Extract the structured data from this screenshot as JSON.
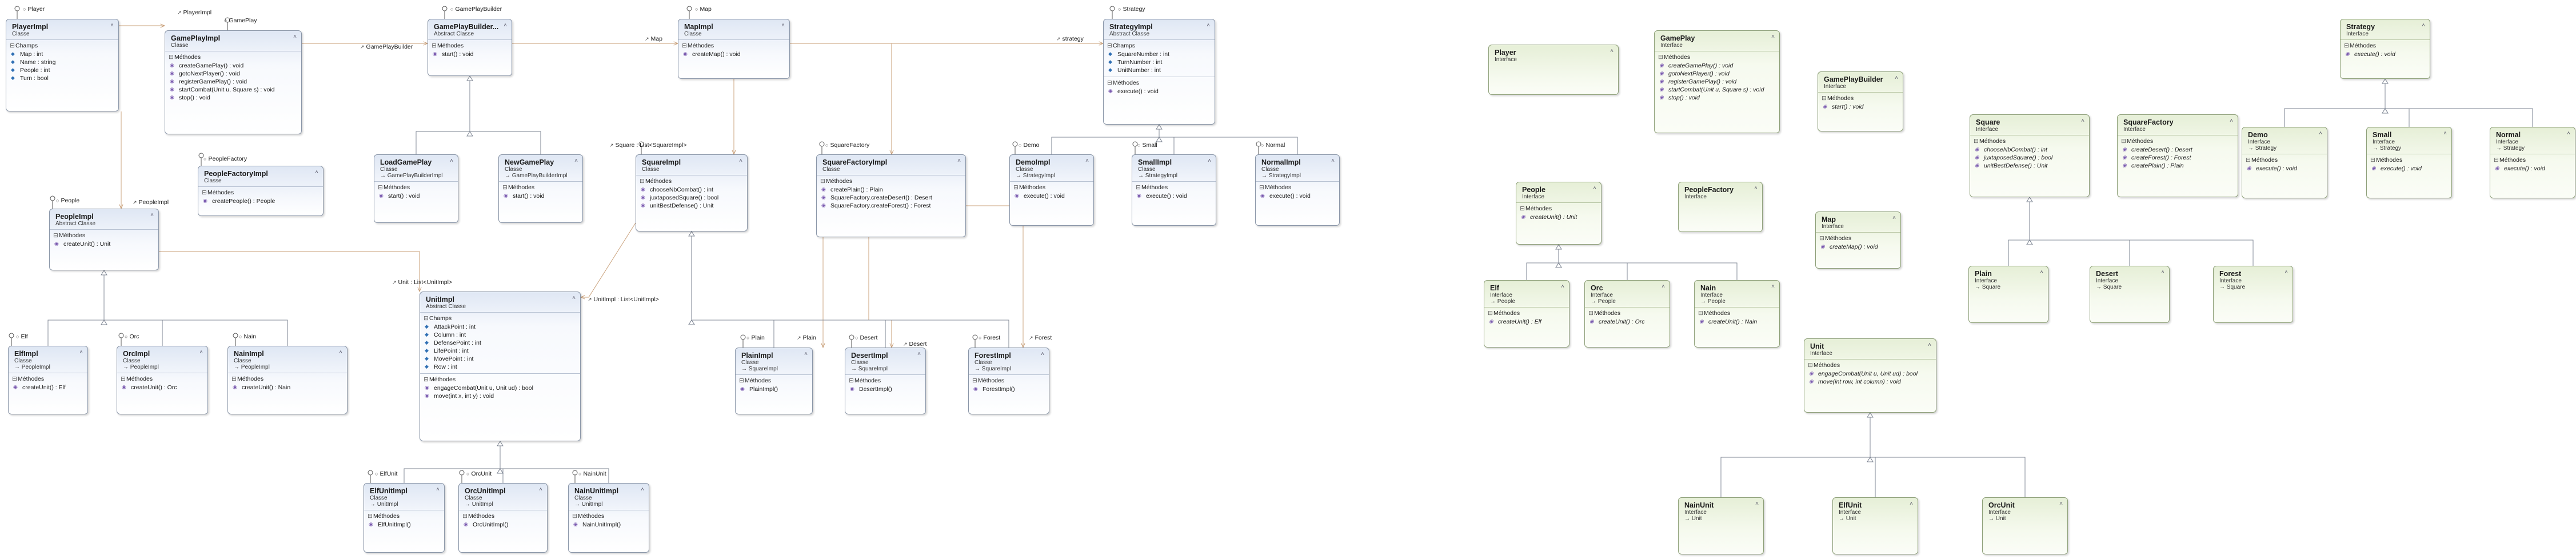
{
  "colors": {
    "class_header": "#dfe7f4",
    "interface_header": "#e6efd7",
    "border": "#8a96a8",
    "assoc_line": "#c9a07a",
    "inherit_line": "#7d8593"
  },
  "icons": {
    "method": "method-icon",
    "field": "field-icon",
    "collapse": "chevron-icon",
    "association": "association-icon"
  },
  "classes": [
    {
      "id": "PlayerImpl",
      "name": "PlayerImpl",
      "kind": "Classe",
      "sections": [
        {
          "title": "Champs",
          "members": [
            {
              "t": "f",
              "text": "Map : int"
            },
            {
              "t": "f",
              "text": "Name : string"
            },
            {
              "t": "f",
              "text": "People : int"
            },
            {
              "t": "f",
              "text": "Turn : bool"
            }
          ]
        }
      ]
    },
    {
      "id": "GamePlayImpl",
      "name": "GamePlayImpl",
      "kind": "Classe",
      "sections": [
        {
          "title": "Méthodes",
          "members": [
            {
              "t": "m",
              "text": "createGamePlay() : void"
            },
            {
              "t": "m",
              "text": "gotoNextPlayer() : void"
            },
            {
              "t": "m",
              "text": "registerGamePlay() : void"
            },
            {
              "t": "m",
              "text": "startCombat(Unit u, Square s) : void"
            },
            {
              "t": "m",
              "text": "stop() : void"
            }
          ]
        }
      ]
    },
    {
      "id": "GamePlayBuilder",
      "name": "GamePlayBuilder...",
      "kind": "Abstract Classe",
      "sections": [
        {
          "title": "Méthodes",
          "members": [
            {
              "t": "m",
              "text": "start() : void"
            }
          ]
        }
      ]
    },
    {
      "id": "MapImpl",
      "name": "MapImpl",
      "kind": "Classe",
      "sections": [
        {
          "title": "Méthodes",
          "members": [
            {
              "t": "m",
              "text": "createMap() : void"
            }
          ]
        }
      ]
    },
    {
      "id": "StrategyImpl",
      "name": "StrategyImpl",
      "kind": "Abstract Classe",
      "sections": [
        {
          "title": "Champs",
          "members": [
            {
              "t": "f",
              "text": "SquareNumber : int"
            },
            {
              "t": "f",
              "text": "TurnNumber : int"
            },
            {
              "t": "f",
              "text": "UnitNumber : int"
            }
          ]
        },
        {
          "title": "Méthodes",
          "members": [
            {
              "t": "m",
              "text": "execute() : void"
            }
          ]
        }
      ]
    },
    {
      "id": "PeopleFactoryImpl",
      "name": "PeopleFactoryImpl",
      "kind": "Classe",
      "sections": [
        {
          "title": "Méthodes",
          "members": [
            {
              "t": "m",
              "text": "createPeople() : People"
            }
          ]
        }
      ]
    },
    {
      "id": "LoadGamePlay",
      "name": "LoadGamePlay",
      "kind": "Classe",
      "base": "GamePlayBuilderImpl",
      "sections": [
        {
          "title": "Méthodes",
          "members": [
            {
              "t": "m",
              "text": "start() : void"
            }
          ]
        }
      ]
    },
    {
      "id": "NewGamePlay",
      "name": "NewGamePlay",
      "kind": "Classe",
      "base": "GamePlayBuilderImpl",
      "sections": [
        {
          "title": "Méthodes",
          "members": [
            {
              "t": "m",
              "text": "start() : void"
            }
          ]
        }
      ]
    },
    {
      "id": "SquareImpl",
      "name": "SquareImpl",
      "kind": "Classe",
      "sections": [
        {
          "title": "Méthodes",
          "members": [
            {
              "t": "m",
              "text": "chooseNbCombat() : int"
            },
            {
              "t": "m",
              "text": "juxtaposedSquare() : bool"
            },
            {
              "t": "m",
              "text": "unitBestDefense() : Unit"
            }
          ]
        }
      ]
    },
    {
      "id": "SquareFactoryImpl",
      "name": "SquareFactoryImpl",
      "kind": "Classe",
      "sections": [
        {
          "title": "Méthodes",
          "members": [
            {
              "t": "m",
              "text": "createPlain() : Plain"
            },
            {
              "t": "m",
              "text": "SquareFactory.createDesert() : Desert"
            },
            {
              "t": "m",
              "text": "SquareFactory.createForest() : Forest"
            }
          ]
        }
      ]
    },
    {
      "id": "DemoImpl",
      "name": "DemoImpl",
      "kind": "Classe",
      "base": "StrategyImpl",
      "sections": [
        {
          "title": "Méthodes",
          "members": [
            {
              "t": "m",
              "text": "execute() : void"
            }
          ]
        }
      ]
    },
    {
      "id": "SmallImpl",
      "name": "SmallImpl",
      "kind": "Classe",
      "base": "StrategyImpl",
      "sections": [
        {
          "title": "Méthodes",
          "members": [
            {
              "t": "m",
              "text": "execute() : void"
            }
          ]
        }
      ]
    },
    {
      "id": "NormalImpl",
      "name": "NormalImpl",
      "kind": "Classe",
      "base": "StrategyImpl",
      "sections": [
        {
          "title": "Méthodes",
          "members": [
            {
              "t": "m",
              "text": "execute() : void"
            }
          ]
        }
      ]
    },
    {
      "id": "PeopleImpl",
      "name": "PeopleImpl",
      "kind": "Abstract Classe",
      "sections": [
        {
          "title": "Méthodes",
          "members": [
            {
              "t": "m",
              "text": "createUnit() : Unit"
            }
          ]
        }
      ]
    },
    {
      "id": "UnitImpl",
      "name": "UnitImpl",
      "kind": "Abstract Classe",
      "sections": [
        {
          "title": "Champs",
          "members": [
            {
              "t": "f",
              "text": "AttackPoint : int"
            },
            {
              "t": "f",
              "text": "Column : int"
            },
            {
              "t": "f",
              "text": "DefensePoint : int"
            },
            {
              "t": "f",
              "text": "LifePoint : int"
            },
            {
              "t": "f",
              "text": "MovePoint : int"
            },
            {
              "t": "f",
              "text": "Row : int"
            }
          ]
        },
        {
          "title": "Méthodes",
          "members": [
            {
              "t": "m",
              "text": "engageCombat(Unit u, Unit ud) : bool"
            },
            {
              "t": "m",
              "text": "move(int x, int y) : void"
            }
          ]
        }
      ]
    },
    {
      "id": "ElfImpl",
      "name": "ElfImpl",
      "kind": "Classe",
      "base": "PeopleImpl",
      "sections": [
        {
          "title": "Méthodes",
          "members": [
            {
              "t": "m",
              "text": "createUnit() : Elf"
            }
          ]
        }
      ]
    },
    {
      "id": "OrcImpl",
      "name": "OrcImpl",
      "kind": "Classe",
      "base": "PeopleImpl",
      "sections": [
        {
          "title": "Méthodes",
          "members": [
            {
              "t": "m",
              "text": "createUnit() : Orc"
            }
          ]
        }
      ]
    },
    {
      "id": "NainImpl",
      "name": "NainImpl",
      "kind": "Classe",
      "base": "PeopleImpl",
      "sections": [
        {
          "title": "Méthodes",
          "members": [
            {
              "t": "m",
              "text": "createUnit() : Nain"
            }
          ]
        }
      ]
    },
    {
      "id": "PlainImpl",
      "name": "PlainImpl",
      "kind": "Classe",
      "base": "SquareImpl",
      "sections": [
        {
          "title": "Méthodes",
          "members": [
            {
              "t": "m",
              "text": "PlainImpl()"
            }
          ]
        }
      ]
    },
    {
      "id": "DesertImpl",
      "name": "DesertImpl",
      "kind": "Classe",
      "base": "SquareImpl",
      "sections": [
        {
          "title": "Méthodes",
          "members": [
            {
              "t": "m",
              "text": "DesertImpl()"
            }
          ]
        }
      ]
    },
    {
      "id": "ForestImpl",
      "name": "ForestImpl",
      "kind": "Classe",
      "base": "SquareImpl",
      "sections": [
        {
          "title": "Méthodes",
          "members": [
            {
              "t": "m",
              "text": "ForestImpl()"
            }
          ]
        }
      ]
    },
    {
      "id": "ElfUnitImpl",
      "name": "ElfUnitImpl",
      "kind": "Classe",
      "base": "UnitImpl",
      "sections": [
        {
          "title": "Méthodes",
          "members": [
            {
              "t": "m",
              "text": "ElfUnitImpl()"
            }
          ]
        }
      ]
    },
    {
      "id": "OrcUnitImpl",
      "name": "OrcUnitImpl",
      "kind": "Classe",
      "base": "UnitImpl",
      "sections": [
        {
          "title": "Méthodes",
          "members": [
            {
              "t": "m",
              "text": "OrcUnitImpl()"
            }
          ]
        }
      ]
    },
    {
      "id": "NainUnitImpl",
      "name": "NainUnitImpl",
      "kind": "Classe",
      "base": "UnitImpl",
      "sections": [
        {
          "title": "Méthodes",
          "members": [
            {
              "t": "m",
              "text": "NainUnitImpl()"
            }
          ]
        }
      ]
    }
  ],
  "interfaces": [
    {
      "id": "IPlayer",
      "name": "Player",
      "kind": "Interface",
      "sections": []
    },
    {
      "id": "IGamePlay",
      "name": "GamePlay",
      "kind": "Interface",
      "sections": [
        {
          "title": "Méthodes",
          "members": [
            {
              "t": "m",
              "text": "createGamePlay() : void"
            },
            {
              "t": "m",
              "text": "gotoNextPlayer() : void"
            },
            {
              "t": "m",
              "text": "registerGamePlay() : void"
            },
            {
              "t": "m",
              "text": "startCombat(Unit u, Square s) : void"
            },
            {
              "t": "m",
              "text": "stop() : void"
            }
          ]
        }
      ]
    },
    {
      "id": "IGamePlayBuilder",
      "name": "GamePlayBuilder",
      "kind": "Interface",
      "sections": [
        {
          "title": "Méthodes",
          "members": [
            {
              "t": "m",
              "text": "start() : void"
            }
          ]
        }
      ]
    },
    {
      "id": "IStrategy",
      "name": "Strategy",
      "kind": "Interface",
      "sections": [
        {
          "title": "Méthodes",
          "members": [
            {
              "t": "m",
              "text": "execute() : void"
            }
          ]
        }
      ]
    },
    {
      "id": "IPeople",
      "name": "People",
      "kind": "Interface",
      "sections": [
        {
          "title": "Méthodes",
          "members": [
            {
              "t": "m",
              "text": "createUnit() : Unit"
            }
          ]
        }
      ]
    },
    {
      "id": "IPeopleFactory",
      "name": "PeopleFactory",
      "kind": "Interface",
      "sections": []
    },
    {
      "id": "ISquare",
      "name": "Square",
      "kind": "Interface",
      "sections": [
        {
          "title": "Méthodes",
          "members": [
            {
              "t": "m",
              "text": "chooseNbCombat() : int"
            },
            {
              "t": "m",
              "text": "juxtaposedSquare() : bool"
            },
            {
              "t": "m",
              "text": "unitBestDefense() : Unit"
            }
          ]
        }
      ]
    },
    {
      "id": "ISquareFactory",
      "name": "SquareFactory",
      "kind": "Interface",
      "sections": [
        {
          "title": "Méthodes",
          "members": [
            {
              "t": "m",
              "text": "createDesert() : Desert"
            },
            {
              "t": "m",
              "text": "createForest() : Forest"
            },
            {
              "t": "m",
              "text": "createPlain() : Plain"
            }
          ]
        }
      ]
    },
    {
      "id": "IDemo",
      "name": "Demo",
      "kind": "Interface",
      "base": "Strategy",
      "sections": [
        {
          "title": "Méthodes",
          "members": [
            {
              "t": "m",
              "text": "execute() : void"
            }
          ]
        }
      ]
    },
    {
      "id": "ISmall",
      "name": "Small",
      "kind": "Interface",
      "base": "Strategy",
      "sections": [
        {
          "title": "Méthodes",
          "members": [
            {
              "t": "m",
              "text": "execute() : void"
            }
          ]
        }
      ]
    },
    {
      "id": "INormal",
      "name": "Normal",
      "kind": "Interface",
      "base": "Strategy",
      "sections": [
        {
          "title": "Méthodes",
          "members": [
            {
              "t": "m",
              "text": "execute() : void"
            }
          ]
        }
      ]
    },
    {
      "id": "IElf",
      "name": "Elf",
      "kind": "Interface",
      "base": "People",
      "sections": [
        {
          "title": "Méthodes",
          "members": [
            {
              "t": "m",
              "text": "createUnit() : Elf"
            }
          ]
        }
      ]
    },
    {
      "id": "IOrc",
      "name": "Orc",
      "kind": "Interface",
      "base": "People",
      "sections": [
        {
          "title": "Méthodes",
          "members": [
            {
              "t": "m",
              "text": "createUnit() : Orc"
            }
          ]
        }
      ]
    },
    {
      "id": "INain",
      "name": "Nain",
      "kind": "Interface",
      "base": "People",
      "sections": [
        {
          "title": "Méthodes",
          "members": [
            {
              "t": "m",
              "text": "createUnit() : Nain"
            }
          ]
        }
      ]
    },
    {
      "id": "IMap",
      "name": "Map",
      "kind": "Interface",
      "sections": [
        {
          "title": "Méthodes",
          "members": [
            {
              "t": "m",
              "text": "createMap() : void"
            }
          ]
        }
      ]
    },
    {
      "id": "IPlain",
      "name": "Plain",
      "kind": "Interface",
      "base": "Square",
      "sections": []
    },
    {
      "id": "IDesert",
      "name": "Desert",
      "kind": "Interface",
      "base": "Square",
      "sections": []
    },
    {
      "id": "IForest",
      "name": "Forest",
      "kind": "Interface",
      "base": "Square",
      "sections": []
    },
    {
      "id": "IUnit",
      "name": "Unit",
      "kind": "Interface",
      "sections": [
        {
          "title": "Méthodes",
          "members": [
            {
              "t": "m",
              "text": "engageCombat(Unit u, Unit ud) : bool"
            },
            {
              "t": "m",
              "text": "move(int row, int column) : void"
            }
          ]
        }
      ]
    },
    {
      "id": "INainUnit",
      "name": "NainUnit",
      "kind": "Interface",
      "base": "Unit",
      "sections": []
    },
    {
      "id": "IElfUnit",
      "name": "ElfUnit",
      "kind": "Interface",
      "base": "Unit",
      "sections": []
    },
    {
      "id": "IOrcUnit",
      "name": "OrcUnit",
      "kind": "Interface",
      "base": "Unit",
      "sections": []
    }
  ],
  "labels": [
    {
      "id": "l-player",
      "text": "Player",
      "icon": "lollipop"
    },
    {
      "id": "l-playerimpl",
      "text": "PlayerImpl",
      "icon": "assoc"
    },
    {
      "id": "l-gameplay",
      "text": "GamePlay",
      "icon": "lollipop"
    },
    {
      "id": "l-gpb",
      "text": "GamePlayBuilder",
      "icon": "lollipop"
    },
    {
      "id": "l-gpb2",
      "text": "GamePlayBuilder",
      "icon": "assoc"
    },
    {
      "id": "l-map",
      "text": "Map",
      "icon": "lollipop"
    },
    {
      "id": "l-map2",
      "text": "Map",
      "icon": "assoc"
    },
    {
      "id": "l-strategy",
      "text": "Strategy",
      "icon": "lollipop"
    },
    {
      "id": "l-strategy2",
      "text": "strategy",
      "icon": "assoc"
    },
    {
      "id": "l-peoplefactory",
      "text": "PeopleFactory",
      "icon": "lollipop"
    },
    {
      "id": "l-square",
      "text": "Square : List<SquareImpl>",
      "icon": "assoc"
    },
    {
      "id": "l-squarefactory",
      "text": "SquareFactory",
      "icon": "lollipop"
    },
    {
      "id": "l-demo",
      "text": "Demo",
      "icon": "lollipop"
    },
    {
      "id": "l-small",
      "text": "Small",
      "icon": "lollipop"
    },
    {
      "id": "l-normal",
      "text": "Normal",
      "icon": "lollipop"
    },
    {
      "id": "l-people",
      "text": "People",
      "icon": "lollipop"
    },
    {
      "id": "l-peopleimpl",
      "text": "PeopleImpl",
      "icon": "assoc"
    },
    {
      "id": "l-unit",
      "text": "Unit : List<UnitImpl>",
      "icon": "assoc"
    },
    {
      "id": "l-unitimpl",
      "text": "UnitImpl : List<UnitImpl>",
      "icon": "assoc"
    },
    {
      "id": "l-elf",
      "text": "Elf",
      "icon": "lollipop"
    },
    {
      "id": "l-orc",
      "text": "Orc",
      "icon": "lollipop"
    },
    {
      "id": "l-nain",
      "text": "Nain",
      "icon": "lollipop"
    },
    {
      "id": "l-plain",
      "text": "Plain",
      "icon": "lollipop"
    },
    {
      "id": "l-plain2",
      "text": "Plain",
      "icon": "assoc"
    },
    {
      "id": "l-desert",
      "text": "Desert",
      "icon": "lollipop"
    },
    {
      "id": "l-desert2",
      "text": "Desert",
      "icon": "assoc"
    },
    {
      "id": "l-forest",
      "text": "Forest",
      "icon": "lollipop"
    },
    {
      "id": "l-forest2",
      "text": "Forest",
      "icon": "assoc"
    },
    {
      "id": "l-elfunit",
      "text": "ElfUnit",
      "icon": "lollipop"
    },
    {
      "id": "l-orcunit",
      "text": "OrcUnit",
      "icon": "lollipop"
    },
    {
      "id": "l-nainunit",
      "text": "NainUnit",
      "icon": "lollipop"
    }
  ]
}
